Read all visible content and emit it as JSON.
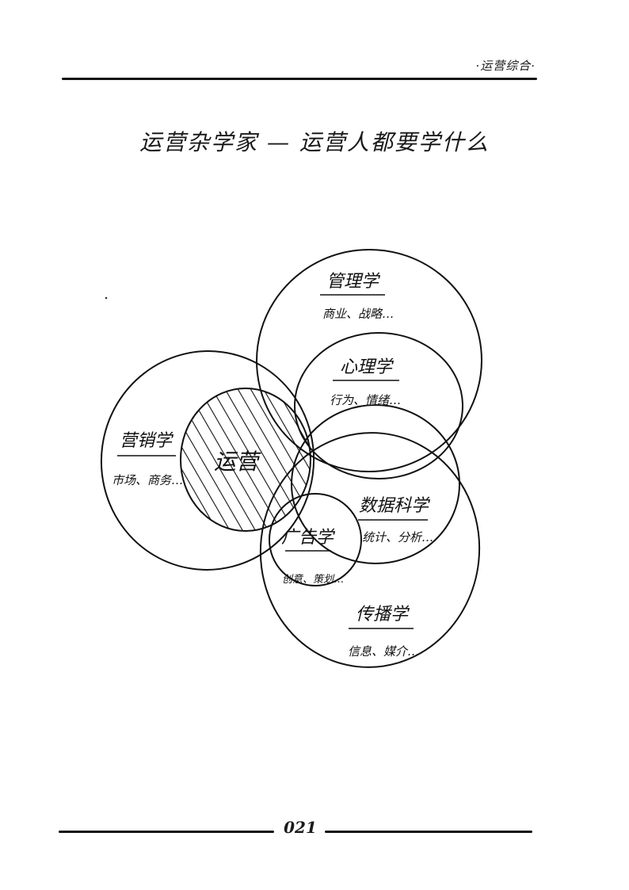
{
  "header": {
    "mark": "·运营综合·"
  },
  "title": "运营杂学家 — 运营人都要学什么",
  "diagram": {
    "core": "运营",
    "circles": [
      {
        "name": "管理学",
        "desc": "商业、战略…"
      },
      {
        "name": "心理学",
        "desc": "行为、情绪…"
      },
      {
        "name": "营销学",
        "desc": "市场、商务…"
      },
      {
        "name": "数据科学",
        "desc": "统计、分析…"
      },
      {
        "name": "广告学",
        "desc": "创意、策划…"
      },
      {
        "name": "传播学",
        "desc": "信息、媒介…"
      }
    ]
  },
  "footer": {
    "page_number": "021"
  }
}
